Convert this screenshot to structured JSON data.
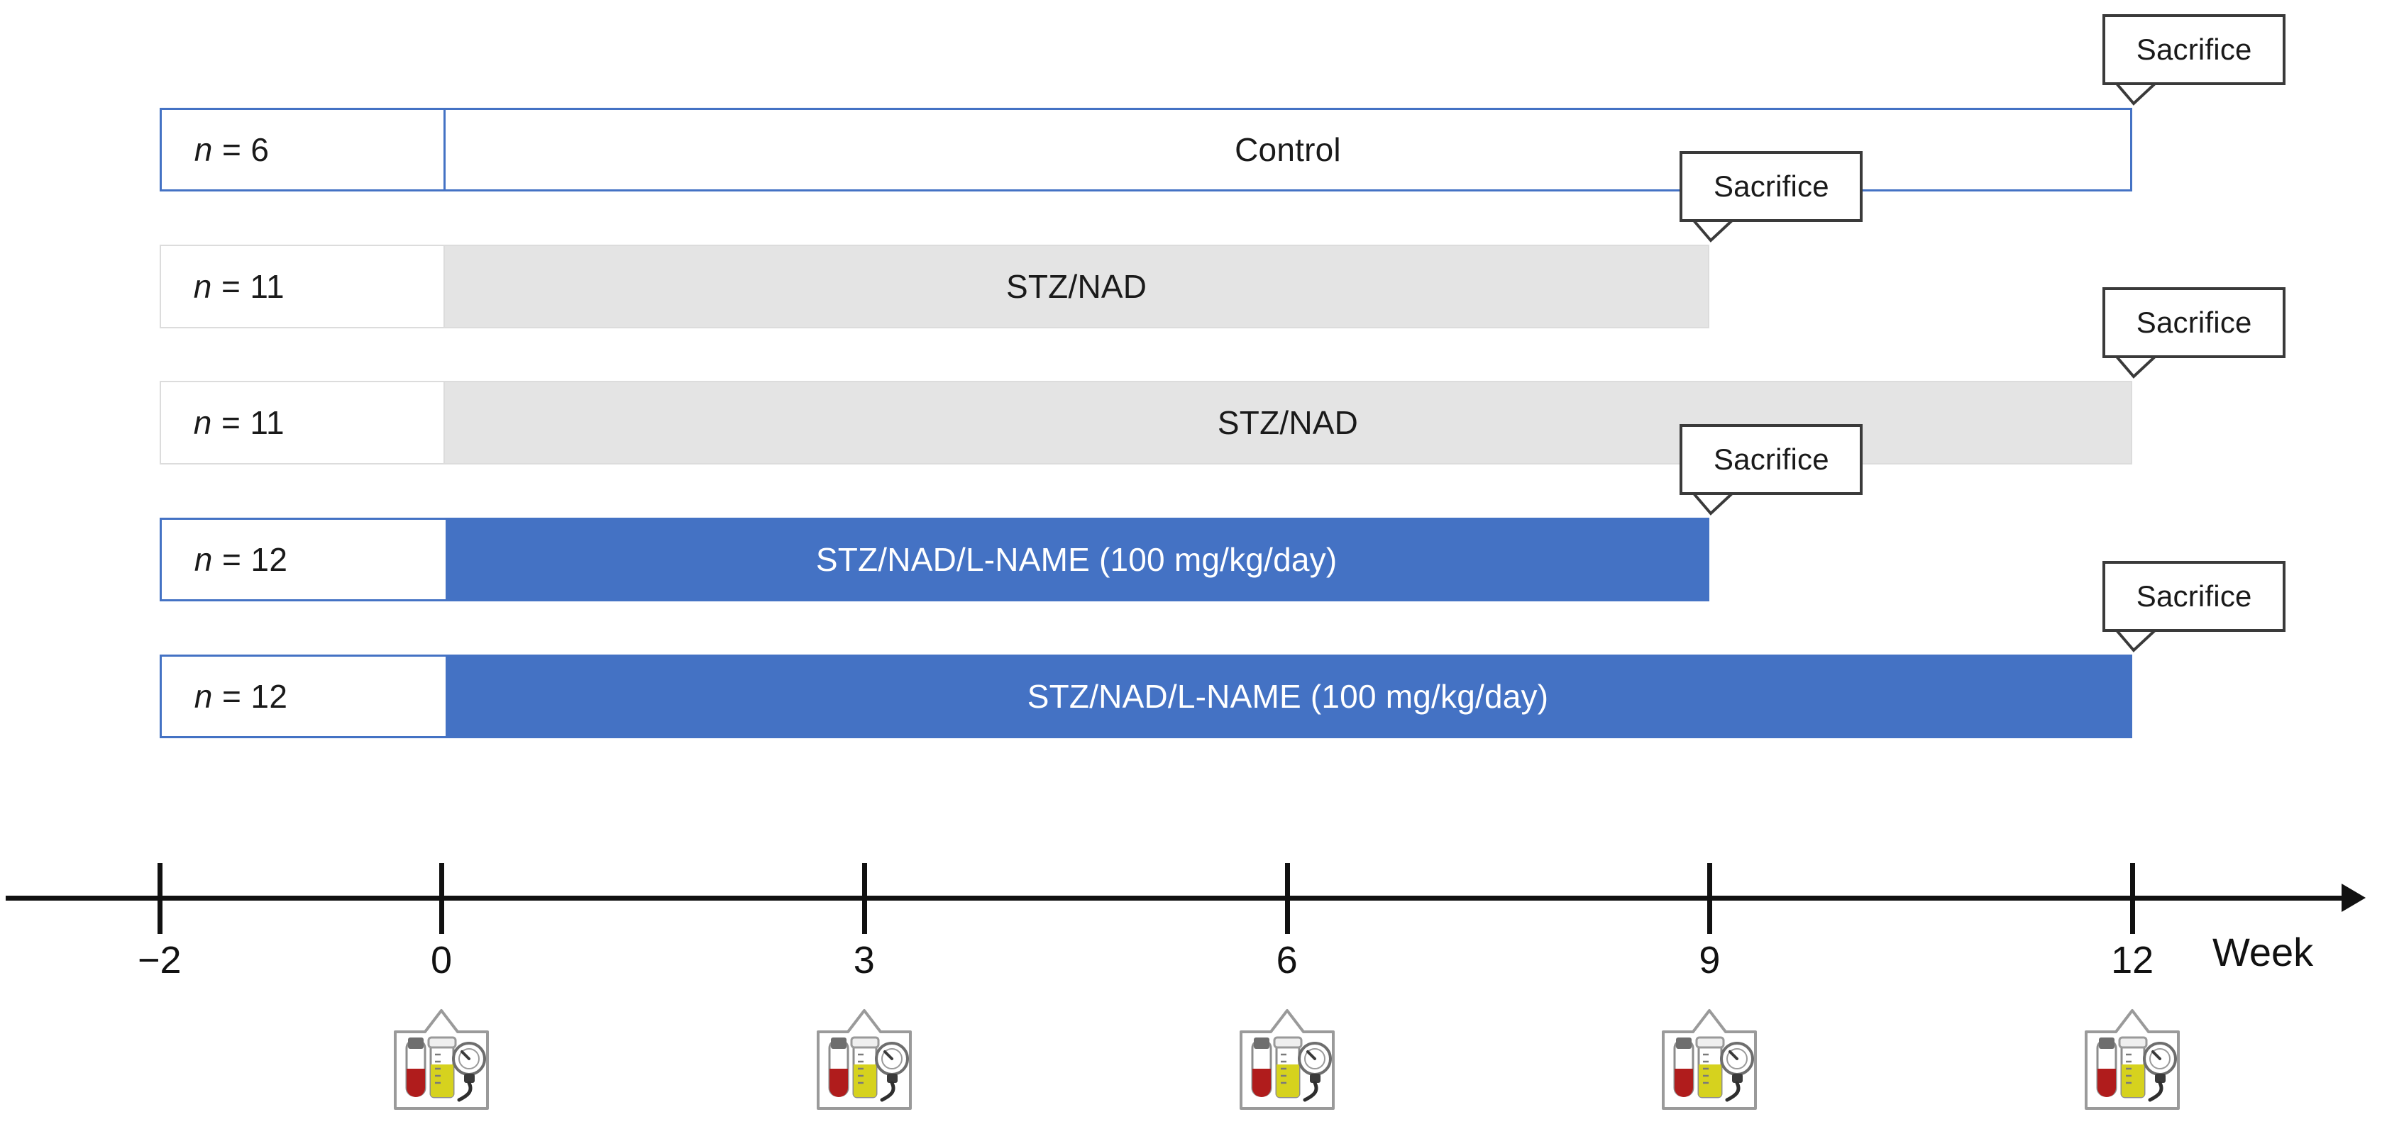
{
  "figure": {
    "type": "study-timeline-gantt",
    "colors": {
      "blue_fill": "#4472C4",
      "blue_border": "#4472C4",
      "grey_fill": "#E4E4E4",
      "grey_border": "#DCDCDC",
      "callout_border": "#3a3a3a",
      "axis": "#111111",
      "blood_tube": "#B01C1C",
      "urine_sample": "#D6D21E"
    }
  },
  "groups": [
    {
      "n_prefix": "n",
      "n_label": "n = 6",
      "n_value": 6,
      "treatment": "Control",
      "style": "outline-blue",
      "start_week": -2,
      "end_week": 12,
      "sacrifice_week": 12
    },
    {
      "n_prefix": "n",
      "n_label": "n = 11",
      "n_value": 11,
      "treatment": "STZ/NAD",
      "style": "grey",
      "start_week": -2,
      "end_week": 9,
      "sacrifice_week": 9
    },
    {
      "n_prefix": "n",
      "n_label": "n = 11",
      "n_value": 11,
      "treatment": "STZ/NAD",
      "style": "grey",
      "start_week": -2,
      "end_week": 12,
      "sacrifice_week": 12
    },
    {
      "n_prefix": "n",
      "n_label": "n = 12",
      "n_value": 12,
      "treatment": "STZ/NAD/L-NAME (100 mg/kg/day)",
      "style": "blue",
      "start_week": -2,
      "end_week": 9,
      "sacrifice_week": 9
    },
    {
      "n_prefix": "n",
      "n_label": "n = 12",
      "n_value": 12,
      "treatment": "STZ/NAD/L-NAME (100 mg/kg/day)",
      "style": "blue",
      "start_week": -2,
      "end_week": 12,
      "sacrifice_week": 12
    }
  ],
  "sacrifice_label": "Sacrifice",
  "axis": {
    "title": "Week",
    "ticks": [
      "−2",
      "0",
      "3",
      "6",
      "9",
      "12"
    ],
    "tick_values": [
      -2,
      0,
      3,
      6,
      9,
      12
    ],
    "range": [
      -2,
      13.5
    ]
  },
  "measurement_weeks": [
    0,
    3,
    6,
    9,
    12
  ],
  "measurement_icon": {
    "name": "blood-urine-bp-measurement-icon",
    "components": [
      "blood-tube",
      "urine-sample-cup",
      "pressure-gauge"
    ]
  },
  "chart_data": {
    "type": "bar",
    "title": "",
    "xlabel": "Week",
    "ylabel": "",
    "categories": [
      "Control (n = 6)",
      "STZ/NAD (n = 11)",
      "STZ/NAD (n = 11)",
      "STZ/NAD/L-NAME (100 mg/kg/day) (n = 12)",
      "STZ/NAD/L-NAME (100 mg/kg/day) (n = 12)"
    ],
    "series": [
      {
        "name": "start_week",
        "values": [
          -2,
          -2,
          -2,
          -2,
          -2
        ]
      },
      {
        "name": "end_week",
        "values": [
          12,
          9,
          12,
          9,
          12
        ]
      },
      {
        "name": "n",
        "values": [
          6,
          11,
          11,
          12,
          12
        ]
      }
    ],
    "annotations": [
      {
        "label": "Sacrifice",
        "week": 12,
        "row": 0
      },
      {
        "label": "Sacrifice",
        "week": 9,
        "row": 1
      },
      {
        "label": "Sacrifice",
        "week": 12,
        "row": 2
      },
      {
        "label": "Sacrifice",
        "week": 9,
        "row": 3
      },
      {
        "label": "Sacrifice",
        "week": 12,
        "row": 4
      }
    ],
    "xlim": [
      -2,
      13.5
    ],
    "xticks": [
      -2,
      0,
      3,
      6,
      9,
      12
    ],
    "grid": false,
    "legend": "none"
  }
}
